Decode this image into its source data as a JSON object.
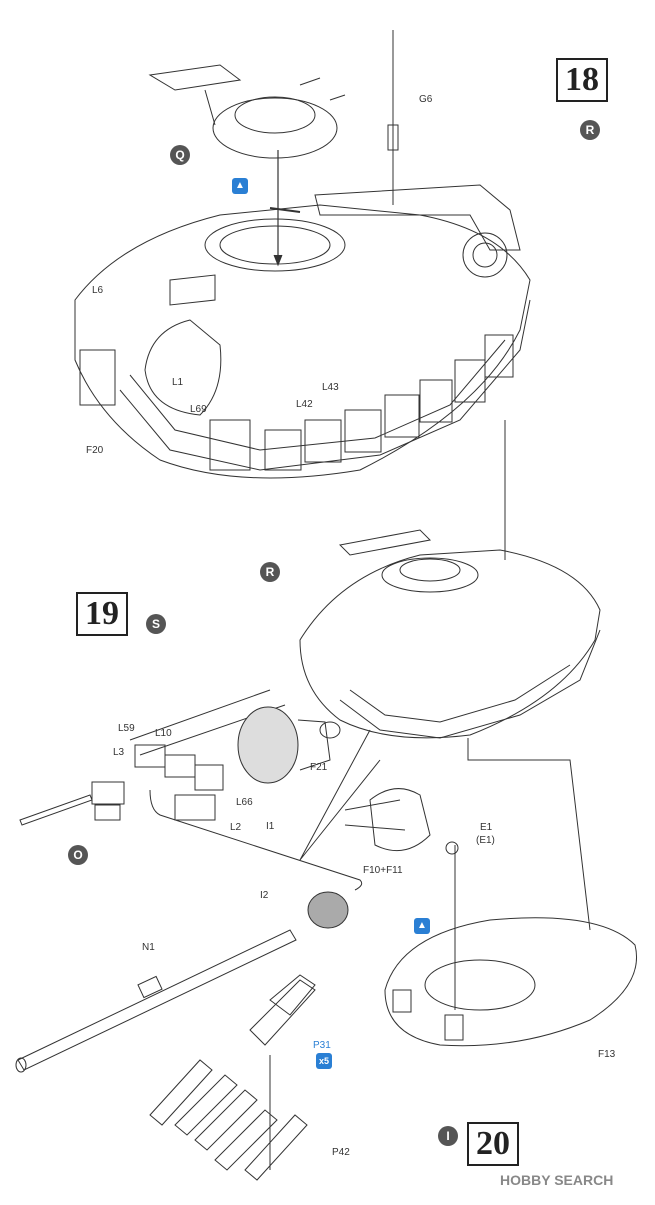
{
  "steps": {
    "s18": {
      "number": "18",
      "marker": "R"
    },
    "s19": {
      "number": "19",
      "marker": "S"
    },
    "s20": {
      "number": "20",
      "marker": "I"
    }
  },
  "markers": {
    "q": "Q",
    "r": "R",
    "o": "O"
  },
  "glue_icon": "glue-icon",
  "parts": {
    "g6": "G6",
    "l6": "L6",
    "l1": "L1",
    "l69": "L69",
    "l42": "L42",
    "l43": "L43",
    "f20": "F20",
    "l59": "L59",
    "l10": "L10",
    "l3": "L3",
    "l66": "L66",
    "l2": "L2",
    "i1": "I1",
    "f21": "F21",
    "e1": "E1",
    "e1_alt": "(E1)",
    "f10f11": "F10+F11",
    "i2": "I2",
    "n1": "N1",
    "p31": "P31",
    "p31_qty": "x5",
    "f13": "F13",
    "p42": "P42"
  },
  "watermark": "HOBBY SEARCH"
}
